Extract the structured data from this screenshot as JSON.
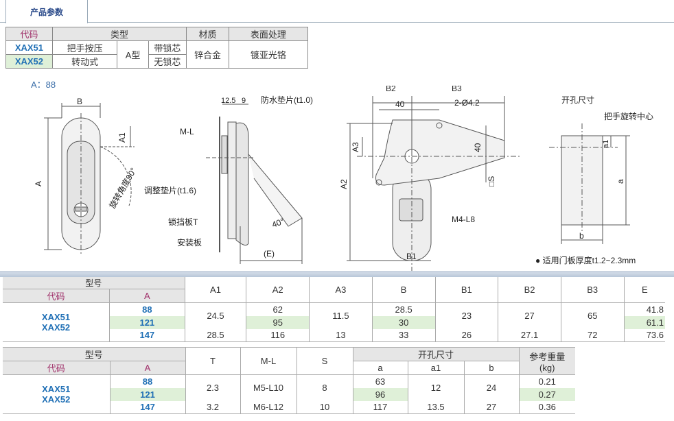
{
  "tab": {
    "label": "产品参数"
  },
  "spec_table": {
    "headers": [
      "代码",
      "类型",
      "材质",
      "表面处理"
    ],
    "codes": [
      "XAX51",
      "XAX52"
    ],
    "type_main": [
      "把手按压",
      "转动式"
    ],
    "type_sub": "A型",
    "lock": [
      "带锁芯",
      "无锁芯"
    ],
    "material": "锌合金",
    "surface": "镀亚光铬"
  },
  "note_a": "A：88",
  "drawing": {
    "labels": {
      "B": "B",
      "A": "A",
      "A1": "A1",
      "rotate": "旋转角度90°",
      "d125": "12.5",
      "d9": "9",
      "waterproof": "防水垫片(t1.0)",
      "ml": "M-L",
      "adjust": "调整垫片(t1.6)",
      "lockplate": "锁挡板T",
      "mount": "安装板",
      "angle40": "40°",
      "E": "(E)",
      "B2": "B2",
      "B3": "B3",
      "d40a": "40",
      "d40b": "40",
      "hole": "2-Ø4.2",
      "A3": "A3",
      "A2": "A2",
      "S": "□S",
      "m4": "M4-L8",
      "B1": "B1",
      "cutout": "开孔尺寸",
      "center": "把手旋转中心",
      "a1": "a1",
      "a": "a",
      "b": "b",
      "thickness": "● 适用门板厚度t1.2~2.3mm"
    }
  },
  "dim_table": {
    "header_model": "型号",
    "header_code": "代码",
    "header_A": "A",
    "columns": [
      "A1",
      "A2",
      "A3",
      "B",
      "B1",
      "B2",
      "B3",
      "E"
    ],
    "codes": [
      "XAX51",
      "XAX52"
    ],
    "rows": [
      {
        "A": "88",
        "A2": "62",
        "B": "28.5",
        "E": "41.8"
      },
      {
        "A": "121",
        "A2": "95",
        "B": "30",
        "E": "61.1"
      },
      {
        "A": "147",
        "A1": "28.5",
        "A2": "116",
        "A3": "13",
        "B": "33",
        "B1": "26",
        "B2": "27.1",
        "B3": "72",
        "E": "73.6"
      }
    ],
    "merged": {
      "A1": "24.5",
      "A3": "11.5",
      "B1": "23",
      "B2": "27",
      "B3": "65"
    }
  },
  "cut_table": {
    "header_model": "型号",
    "header_code": "代码",
    "header_A": "A",
    "col_T": "T",
    "col_ML": "M-L",
    "col_S": "S",
    "col_cut": "开孔尺寸",
    "col_a": "a",
    "col_a1": "a1",
    "col_b": "b",
    "col_weight": "参考重量",
    "col_weight_unit": "(kg)",
    "codes": [
      "XAX51",
      "XAX52"
    ],
    "rows": [
      {
        "A": "88",
        "a": "63",
        "w": "0.21"
      },
      {
        "A": "121",
        "a": "96",
        "w": "0.27"
      },
      {
        "A": "147",
        "T": "3.2",
        "ML": "M6-L12",
        "S": "10",
        "a": "117",
        "a1": "13.5",
        "b": "27",
        "w": "0.36"
      }
    ],
    "merged": {
      "T": "2.3",
      "ML": "M5-L10",
      "S": "8",
      "a1": "12",
      "b": "24"
    }
  }
}
